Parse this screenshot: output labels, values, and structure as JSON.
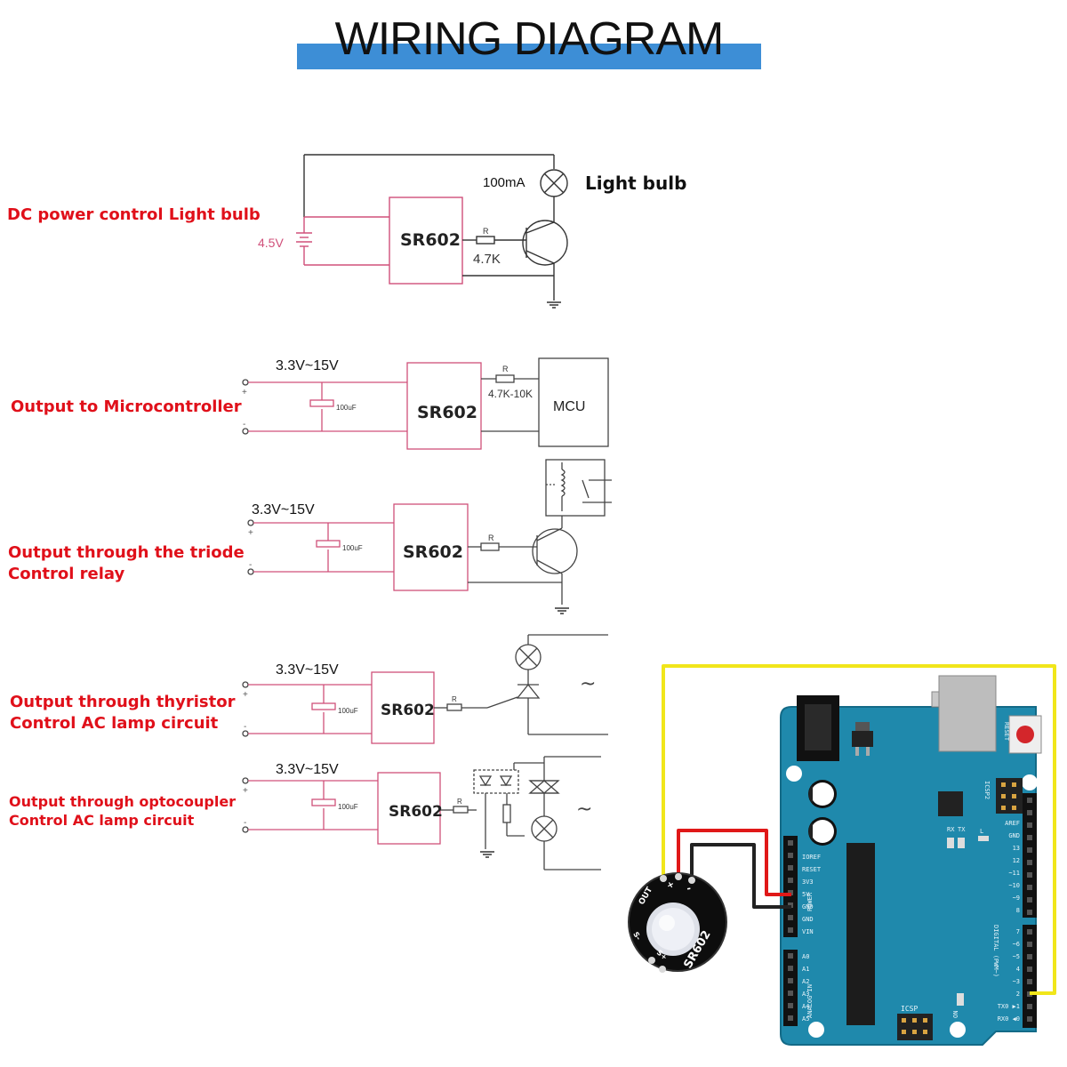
{
  "title": "WIRING DIAGRAM",
  "sections": [
    {
      "label_lines": [
        "DC power control Light bulb"
      ],
      "voltage": "4.5V",
      "module": "SR602",
      "resistor_symbol": "R",
      "resistor_value": "4.7K",
      "current": "100mA",
      "load_label": "Light bulb"
    },
    {
      "label_lines": [
        "Output to Microcontroller"
      ],
      "voltage": "3.3V~15V",
      "capacitor": "100uF",
      "module": "SR602",
      "resistor_symbol": "R",
      "resistor_value": "4.7K-10K",
      "target": "MCU"
    },
    {
      "label_lines": [
        "Output through the triode",
        "Control relay"
      ],
      "voltage": "3.3V~15V",
      "capacitor": "100uF",
      "module": "SR602",
      "resistor_symbol": "R"
    },
    {
      "label_lines": [
        "Output through thyristor",
        "Control AC lamp circuit"
      ],
      "voltage": "3.3V~15V",
      "capacitor": "100uF",
      "module": "SR602",
      "resistor_symbol": "R",
      "ac_symbol": "~"
    },
    {
      "label_lines": [
        "Output through optocoupler",
        "Control AC lamp circuit"
      ],
      "voltage": "3.3V~15V",
      "capacitor": "100uF",
      "module": "SR602",
      "resistor_symbol": "R",
      "ac_symbol": "~"
    }
  ],
  "board": {
    "power_pins": [
      "IOREF",
      "RESET",
      "3V3",
      "5V",
      "GND",
      "GND",
      "VIN"
    ],
    "power_header": "POWER",
    "analog_pins": [
      "A0",
      "A1",
      "A2",
      "A3",
      "A4",
      "A5"
    ],
    "analog_header": "ANALOG IN",
    "digital_top": [
      "AREF",
      "GND",
      "13",
      "12",
      "~11",
      "~10",
      "~9",
      "8"
    ],
    "digital_bottom": [
      "7",
      "~6",
      "~5",
      "4",
      "~3",
      "2",
      "TX0 ▶1",
      "RX0 ◀0"
    ],
    "digital_header": "DIGITAL (PWM~)",
    "reset": "RESET",
    "icsp2": "ICSP2",
    "icsp": "ICSP",
    "tx": "TX",
    "rx": "RX",
    "l": "L",
    "on": "ON"
  },
  "sensor": {
    "name": "SR602",
    "pins": [
      "OUT",
      "+",
      "-"
    ],
    "bottom_pins": [
      "S-",
      "S+"
    ]
  },
  "colors": {
    "title_band": "#3d8ed6",
    "label_red": "#e0101a",
    "board_blue": "#1f89ac",
    "wire_red": "#e01818",
    "wire_black": "#222222",
    "wire_yellow": "#f1e61a",
    "battery_pink": "#d0507a"
  }
}
